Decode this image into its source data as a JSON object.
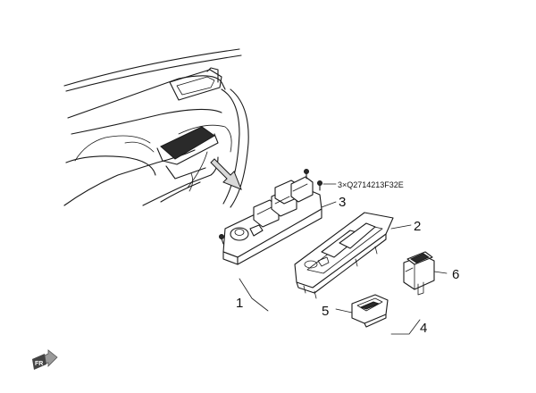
{
  "callouts": [
    {
      "id": "1",
      "text": "1"
    },
    {
      "id": "2",
      "text": "2"
    },
    {
      "id": "3",
      "text": "3"
    },
    {
      "id": "4",
      "text": "4"
    },
    {
      "id": "5",
      "text": "5"
    },
    {
      "id": "6",
      "text": "6"
    }
  ],
  "fastener_note": "3×Q2714213F32E",
  "direction_badge": "FR",
  "colors": {
    "line": "#1a1a1a",
    "background": "#ffffff",
    "arrow_fill": "#d9d9d9"
  }
}
